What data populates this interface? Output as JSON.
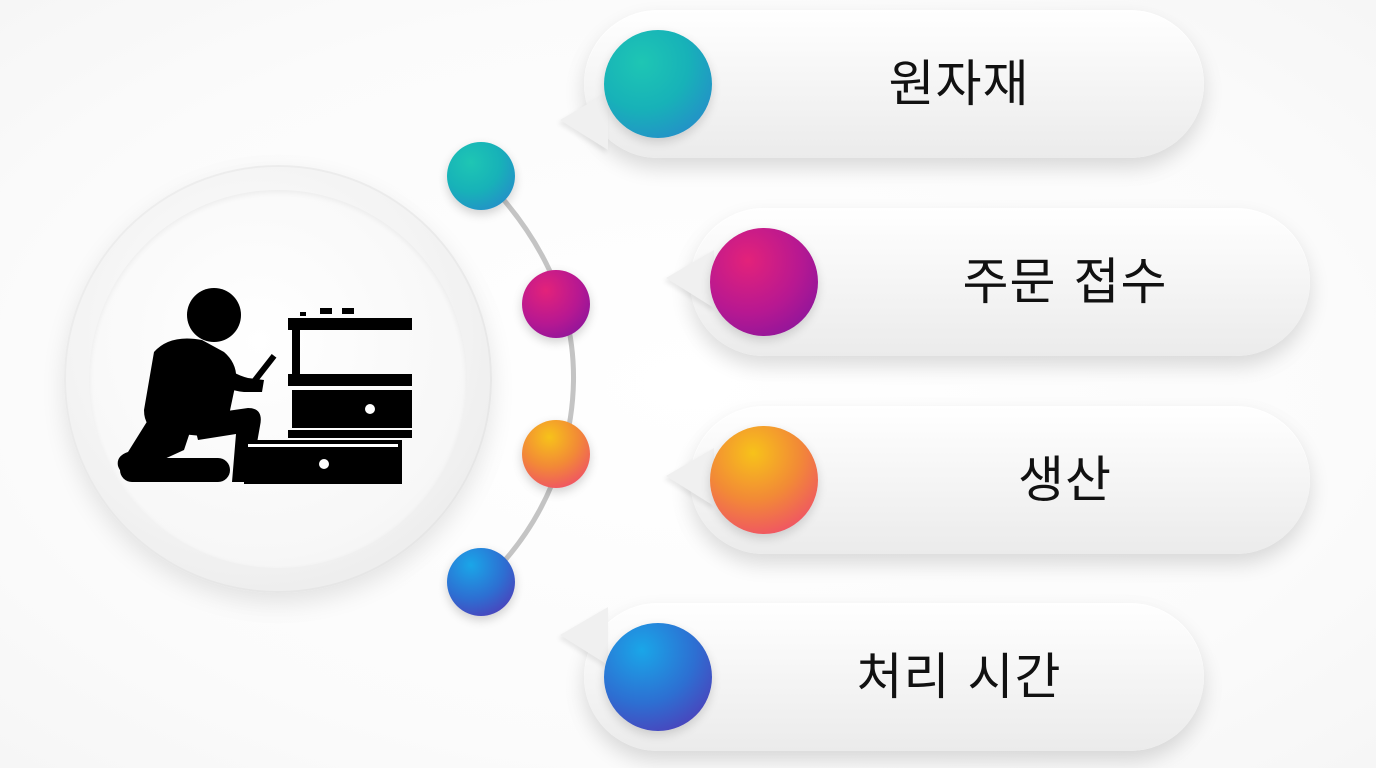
{
  "diagram": {
    "center_icon": "worker-assembling-furniture-icon",
    "colors": {
      "teal": "#17b2b8",
      "magenta": "#b81891",
      "orange": "#f28a36",
      "blue": "#2d6fd2"
    },
    "items": [
      {
        "label": "원자재",
        "color": "teal"
      },
      {
        "label": "주문 접수",
        "color": "magenta"
      },
      {
        "label": "생산",
        "color": "orange"
      },
      {
        "label": "처리 시간",
        "color": "blue"
      }
    ]
  }
}
